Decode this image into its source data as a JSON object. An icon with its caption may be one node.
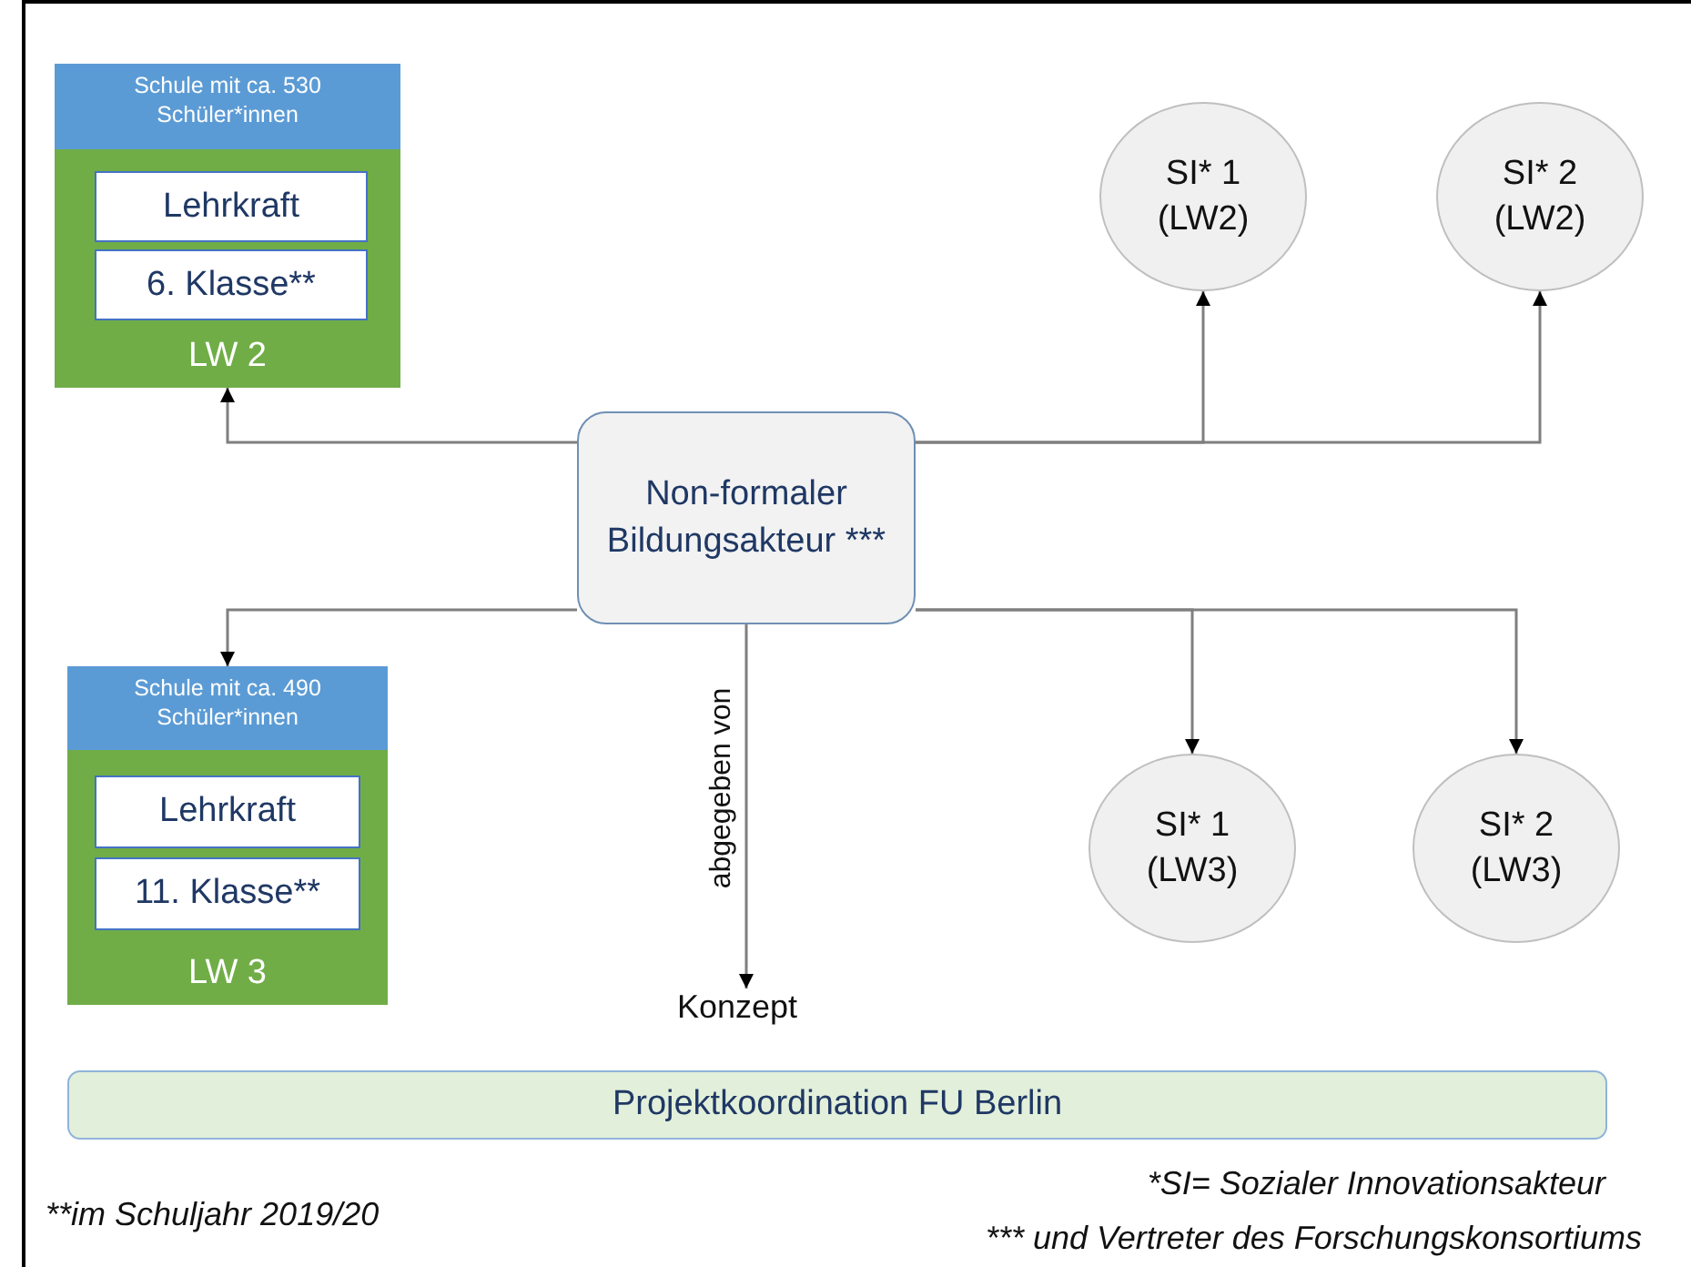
{
  "diagram": {
    "nodes": [
      {
        "text": [
          "Schule mit ca. 530 Schüler*innen",
          "LW 2"
        ]
      },
      {
        "text": [
          "Lehrkraft"
        ],
        "in": 0
      },
      {
        "text": [
          "6. Klasse**"
        ],
        "in": 0
      },
      {
        "text": [
          "SI* 1 (LW2)"
        ]
      },
      {
        "text": [
          "SI* 2 (LW2)"
        ]
      },
      {
        "text": [
          "Non-formaler Bildungsakteur ***"
        ]
      },
      {
        "text": [
          "Schule mit ca. 490 Schüler*innen",
          "LW 3"
        ]
      },
      {
        "text": [
          "Lehrkraft"
        ],
        "in": 6
      },
      {
        "text": [
          "11. Klasse**"
        ],
        "in": 6
      },
      {
        "text": [
          "SI* 1 (LW3)"
        ]
      },
      {
        "text": [
          "SI* 2 (LW3)"
        ]
      },
      {
        "text": [
          "Konzept"
        ]
      },
      {
        "text": [
          "Projektkoordination FU Berlin"
        ]
      }
    ],
    "edges": [
      {
        "from": 5,
        "to": 0,
        "arrow": "to"
      },
      {
        "from": 5,
        "to": 3,
        "arrow": "to"
      },
      {
        "from": 5,
        "to": 4,
        "arrow": "to"
      },
      {
        "from": 5,
        "to": 6,
        "arrow": "to"
      },
      {
        "from": 5,
        "to": 11,
        "arrow": "to",
        "label": "abgegeben von"
      },
      {
        "from": 5,
        "to": 9,
        "arrow": "to"
      },
      {
        "from": 5,
        "to": 10,
        "arrow": "to"
      }
    ],
    "labels": [
      "*SI= Sozialer Innovationsakteur",
      "**im Schuljahr 2019/20",
      "*** und Vertreter des Forschungskonsortiums"
    ]
  }
}
